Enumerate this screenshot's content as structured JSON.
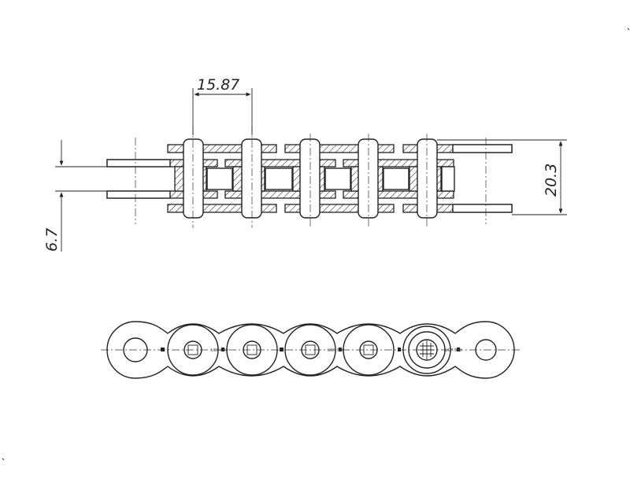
{
  "dimensions": {
    "pitch": "15.87",
    "width": "20.3",
    "roller": "6.7"
  },
  "link_marking": "UCP-530",
  "colors": {
    "line": "#222222",
    "background": "#ffffff"
  }
}
